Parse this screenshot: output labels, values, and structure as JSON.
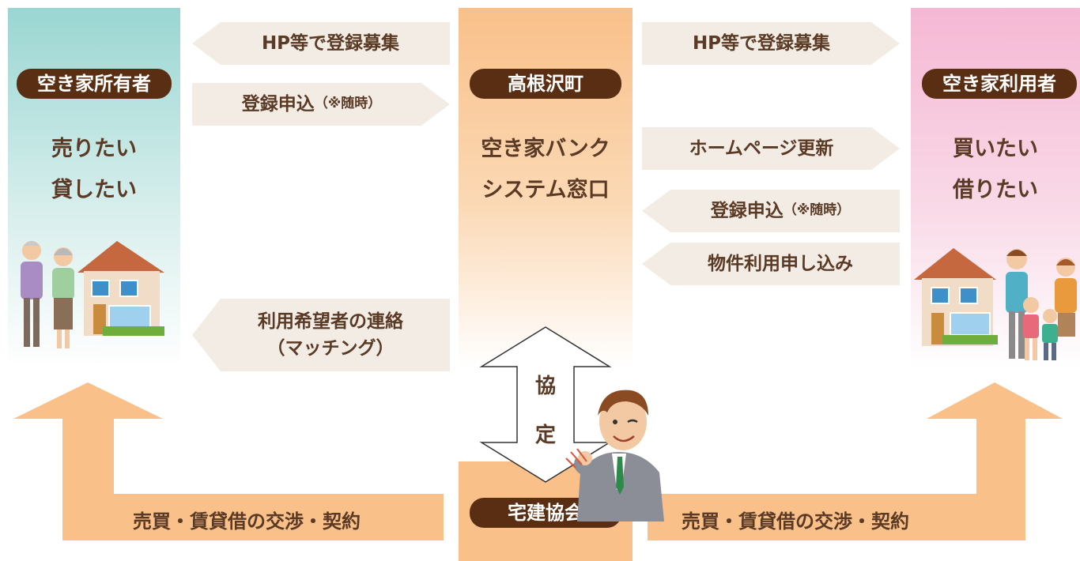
{
  "owner": {
    "badge": "空き家所有者",
    "line1": "売りたい",
    "line2": "貸したい"
  },
  "town": {
    "badge": "高根沢町",
    "line1": "空き家バンク",
    "line2": "システム窓口"
  },
  "user": {
    "badge": "空き家利用者",
    "line1": "買いたい",
    "line2": "借りたい"
  },
  "association": {
    "badge": "宅建協会",
    "agreement_char1": "協",
    "agreement_char2": "定"
  },
  "left_flows": {
    "recruit": "HP等で登録募集",
    "apply_main": "登録申込",
    "apply_note": "（※随時）",
    "matching_line1": "利用希望者の連絡",
    "matching_line2": "（マッチング）"
  },
  "right_flows": {
    "recruit": "HP等で登録募集",
    "update": "ホームページ更新",
    "apply_main": "登録申込",
    "apply_note": "（※随時）",
    "property_apply": "物件利用申し込み"
  },
  "negotiation": {
    "left": "売買・賃貸借の交渉・契約",
    "right": "売買・賃貸借の交渉・契約"
  },
  "colors": {
    "badge": "#5a2e12",
    "band": "#f9c08a",
    "flow_arrow": "#f2ece4",
    "owner": "#9ad6d2",
    "user": "#f5b8d4"
  }
}
